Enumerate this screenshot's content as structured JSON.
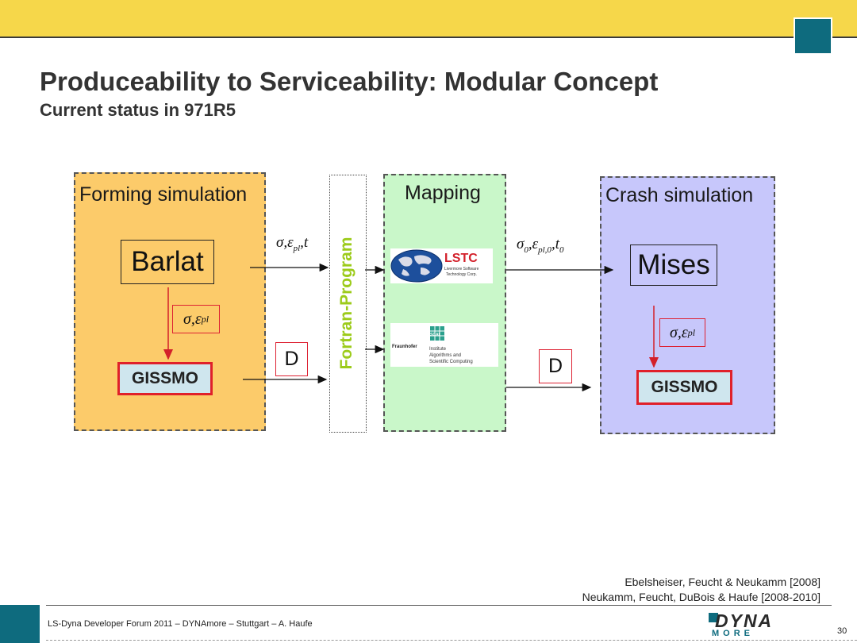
{
  "header": {
    "title": "Produceability to Serviceability: Modular Concept",
    "subtitle": "Current status in 971R5"
  },
  "forming": {
    "title": "Forming simulation",
    "model": "Barlat",
    "damage": "GISSMO"
  },
  "fortran": {
    "label": "Fortran-Program"
  },
  "mapping": {
    "title": "Mapping",
    "lstc_name": "LSTC",
    "lstc_sub1": "Livermore Software",
    "lstc_sub2": "Technology Corp.",
    "fraunhofer_name": "Fraunhofer",
    "scai": "SCAI",
    "fraunhofer_sub1": "Institute",
    "fraunhofer_sub2": "Algorithms and",
    "fraunhofer_sub3": "Scientific Computing"
  },
  "crash": {
    "title": "Crash simulation",
    "model": "Mises",
    "damage": "GISSMO"
  },
  "labels": {
    "d_left": "D",
    "d_right": "D"
  },
  "references": {
    "line1": "Ebelsheiser, Feucht & Neukamm [2008]",
    "line2": "Neukamm, Feucht, DuBois & Haufe [2008-2010]"
  },
  "footer": {
    "text": "LS-Dyna Developer Forum 2011 – DYNAmore – Stuttgart  –  A. Haufe",
    "logo_top": "DYNA",
    "logo_bottom": "MORE",
    "page": "30"
  },
  "colors": {
    "top_bar": "#f6d74a",
    "accent": "#0e6b7e",
    "forming_bg": "#fccb6a",
    "mapping_bg": "#c9f7c9",
    "crash_bg": "#c7c7fb",
    "gissmo_bg": "#cfe6ee",
    "highlight_red": "#e0202a",
    "fortran_text": "#9ccb1a"
  },
  "icons": [
    "globe-icon",
    "scai-cube-icon",
    "dynamore-logo"
  ]
}
